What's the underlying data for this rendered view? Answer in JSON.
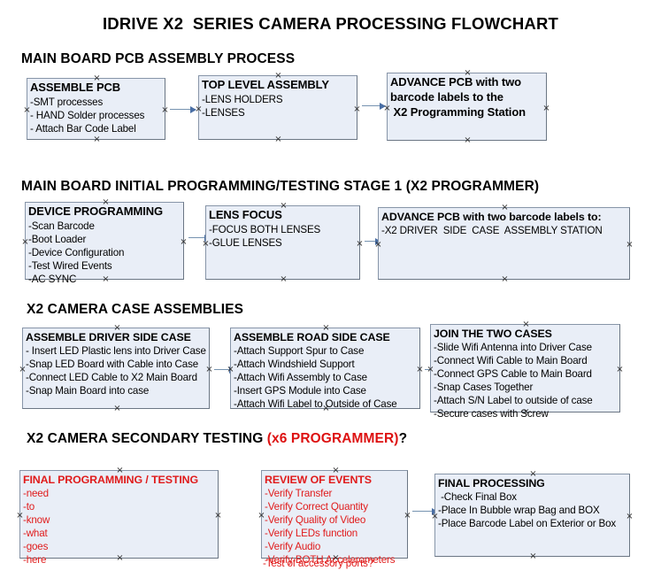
{
  "title": "IDRIVE X2  SERIES CAMERA PROCESSING FLOWCHART",
  "colors": {
    "node_fill": "#e9eef7",
    "node_border": "#8795a8",
    "accent_red": "#e01b1b",
    "connector": "#4a6fa5",
    "text": "#000000"
  },
  "sections": [
    {
      "heading": "MAIN BOARD PCB ASSEMBLY PROCESS",
      "nodes": [
        {
          "header": "ASSEMBLE PCB",
          "lines": [
            "-SMT processes",
            "- HAND Solder processes",
            "- Attach Bar Code Label"
          ]
        },
        {
          "header": "TOP LEVEL ASSEMBLY",
          "lines": [
            "-LENS HOLDERS",
            "-LENSES"
          ]
        },
        {
          "header": "ADVANCE PCB with two",
          "header2": "barcode labels to the",
          "header3": " X2 Programming Station",
          "lines": []
        }
      ]
    },
    {
      "heading": "MAIN BOARD INITIAL PROGRAMMING/TESTING STAGE 1 (X2 PROGRAMMER)",
      "nodes": [
        {
          "header": "DEVICE PROGRAMMING",
          "lines": [
            "-Scan Barcode",
            "-Boot Loader",
            "-Device Configuration",
            "-Test Wired Events",
            "-AC SYNC"
          ]
        },
        {
          "header": "LENS FOCUS",
          "lines": [
            "-FOCUS BOTH LENSES",
            "-GLUE LENSES"
          ]
        },
        {
          "header": "ADVANCE PCB with two barcode labels to:",
          "lines": [
            "-X2 DRIVER  SIDE  CASE  ASSEMBLY STATION"
          ]
        }
      ]
    },
    {
      "heading": "X2 CAMERA CASE ASSEMBLIES",
      "nodes": [
        {
          "header": "ASSEMBLE DRIVER SIDE CASE",
          "lines": [
            "- Insert LED Plastic lens into Driver Case",
            "-Snap LED Board with Cable into Case",
            "-Connect LED Cable to X2 Main Board",
            "-Snap Main Board into case"
          ]
        },
        {
          "header": "ASSEMBLE ROAD SIDE CASE",
          "lines": [
            "-Attach Support Spur to Case",
            "-Attach Windshield Support",
            "-Attach Wifi Assembly to Case",
            "-Insert GPS Module into Case",
            "-Attach Wifi Label to Outside of Case"
          ]
        },
        {
          "header": "JOIN THE TWO CASES",
          "lines": [
            "-Slide Wifi Antenna into Driver Case",
            "-Connect Wifi Cable to Main Board",
            "-Connect GPS Cable to Main Board",
            "-Snap Cases Together",
            "-Attach S/N Label to outside of case",
            "-Secure cases with Screw"
          ]
        }
      ]
    },
    {
      "heading": "X2 CAMERA SECONDARY TESTING ",
      "heading_red": "(x6 PROGRAMMER)",
      "heading_tail": "?",
      "nodes": [
        {
          "header": "FINAL PROGRAMMING / TESTING",
          "lines": [
            "-need",
            "-to",
            "-know",
            "-what",
            "-goes",
            "-here"
          ]
        },
        {
          "header": "REVIEW OF EVENTS",
          "lines": [
            "-Verify Transfer",
            "-Verify Correct Quantity",
            "-Verify Quality of Video",
            "-Verify LEDs function",
            "-Verify Audio",
            "-Verify BOTH Accelerometers"
          ],
          "overflow_line": "-Test of accessory ports?"
        },
        {
          "header": "FINAL PROCESSING",
          "lines": [
            " -Check Final Box",
            "-Place In Bubble wrap Bag and BOX",
            "-Place Barcode Label on Exterior or Box"
          ]
        }
      ]
    }
  ]
}
